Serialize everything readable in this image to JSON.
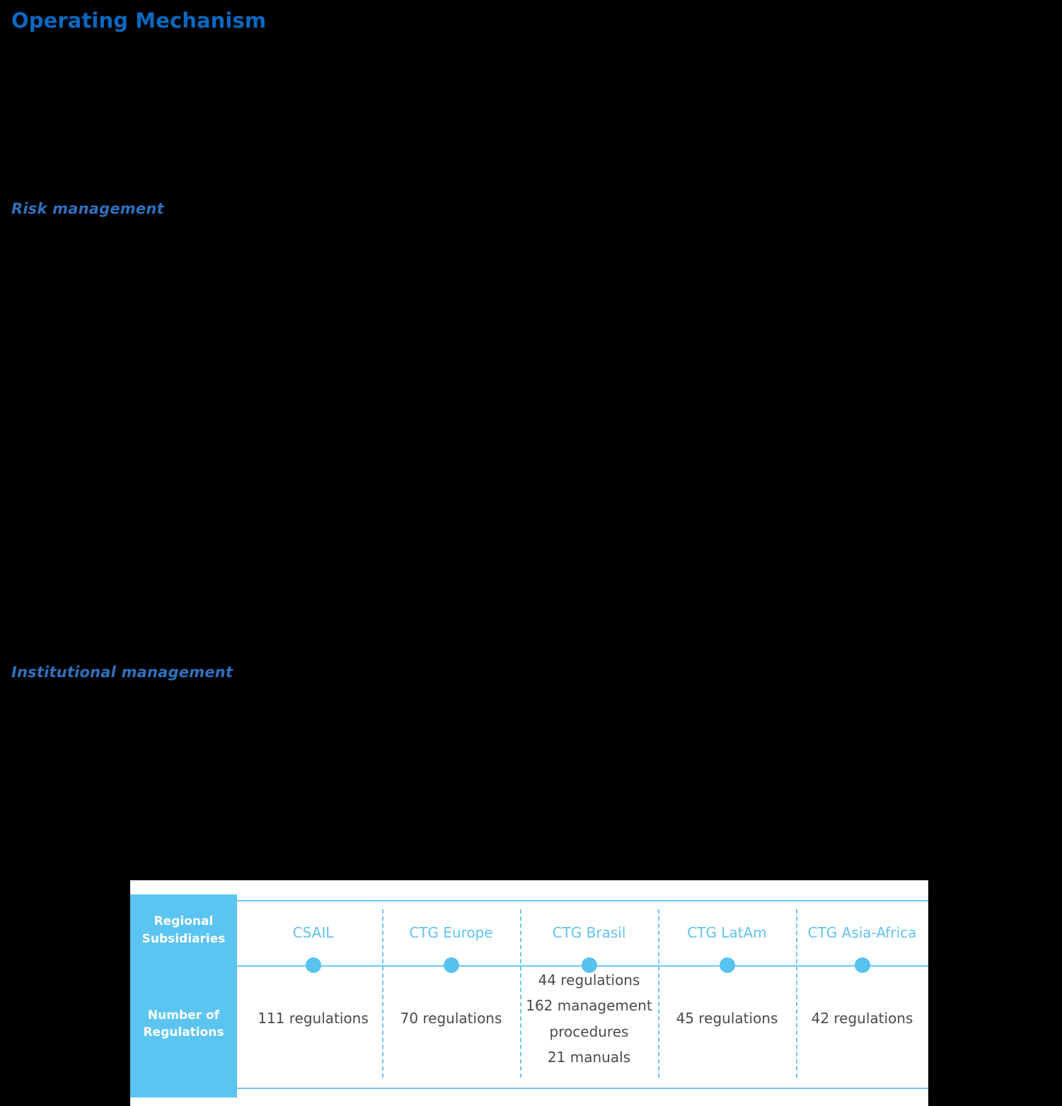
{
  "page": {
    "title": "Operating Mechanism",
    "background_color": "#000000",
    "title_color": "#0a68c0"
  },
  "sections": [
    {
      "id": "risk",
      "label": "Risk management",
      "color": "#3070be"
    },
    {
      "id": "institutional",
      "label": "Institutional management",
      "color": "#3070be"
    }
  ],
  "table": {
    "accent_color": "#5bc5f2",
    "line_color": "#6ec6ee",
    "value_color": "#4a4a4a",
    "row_labels": {
      "header_row": "Regional\nSubsidiaries",
      "value_row": "Number of\nRegulations"
    },
    "columns": [
      {
        "name": "CSAIL",
        "value_lines": [
          "111 regulations"
        ]
      },
      {
        "name": "CTG Europe",
        "value_lines": [
          "70 regulations"
        ]
      },
      {
        "name": "CTG Brasil",
        "value_lines": [
          "44 regulations",
          "162 management",
          "procedures",
          "21 manuals"
        ]
      },
      {
        "name": "CTG LatAm",
        "value_lines": [
          "45 regulations"
        ]
      },
      {
        "name": "CTG Asia-Africa",
        "value_lines": [
          "42 regulations"
        ]
      }
    ]
  }
}
